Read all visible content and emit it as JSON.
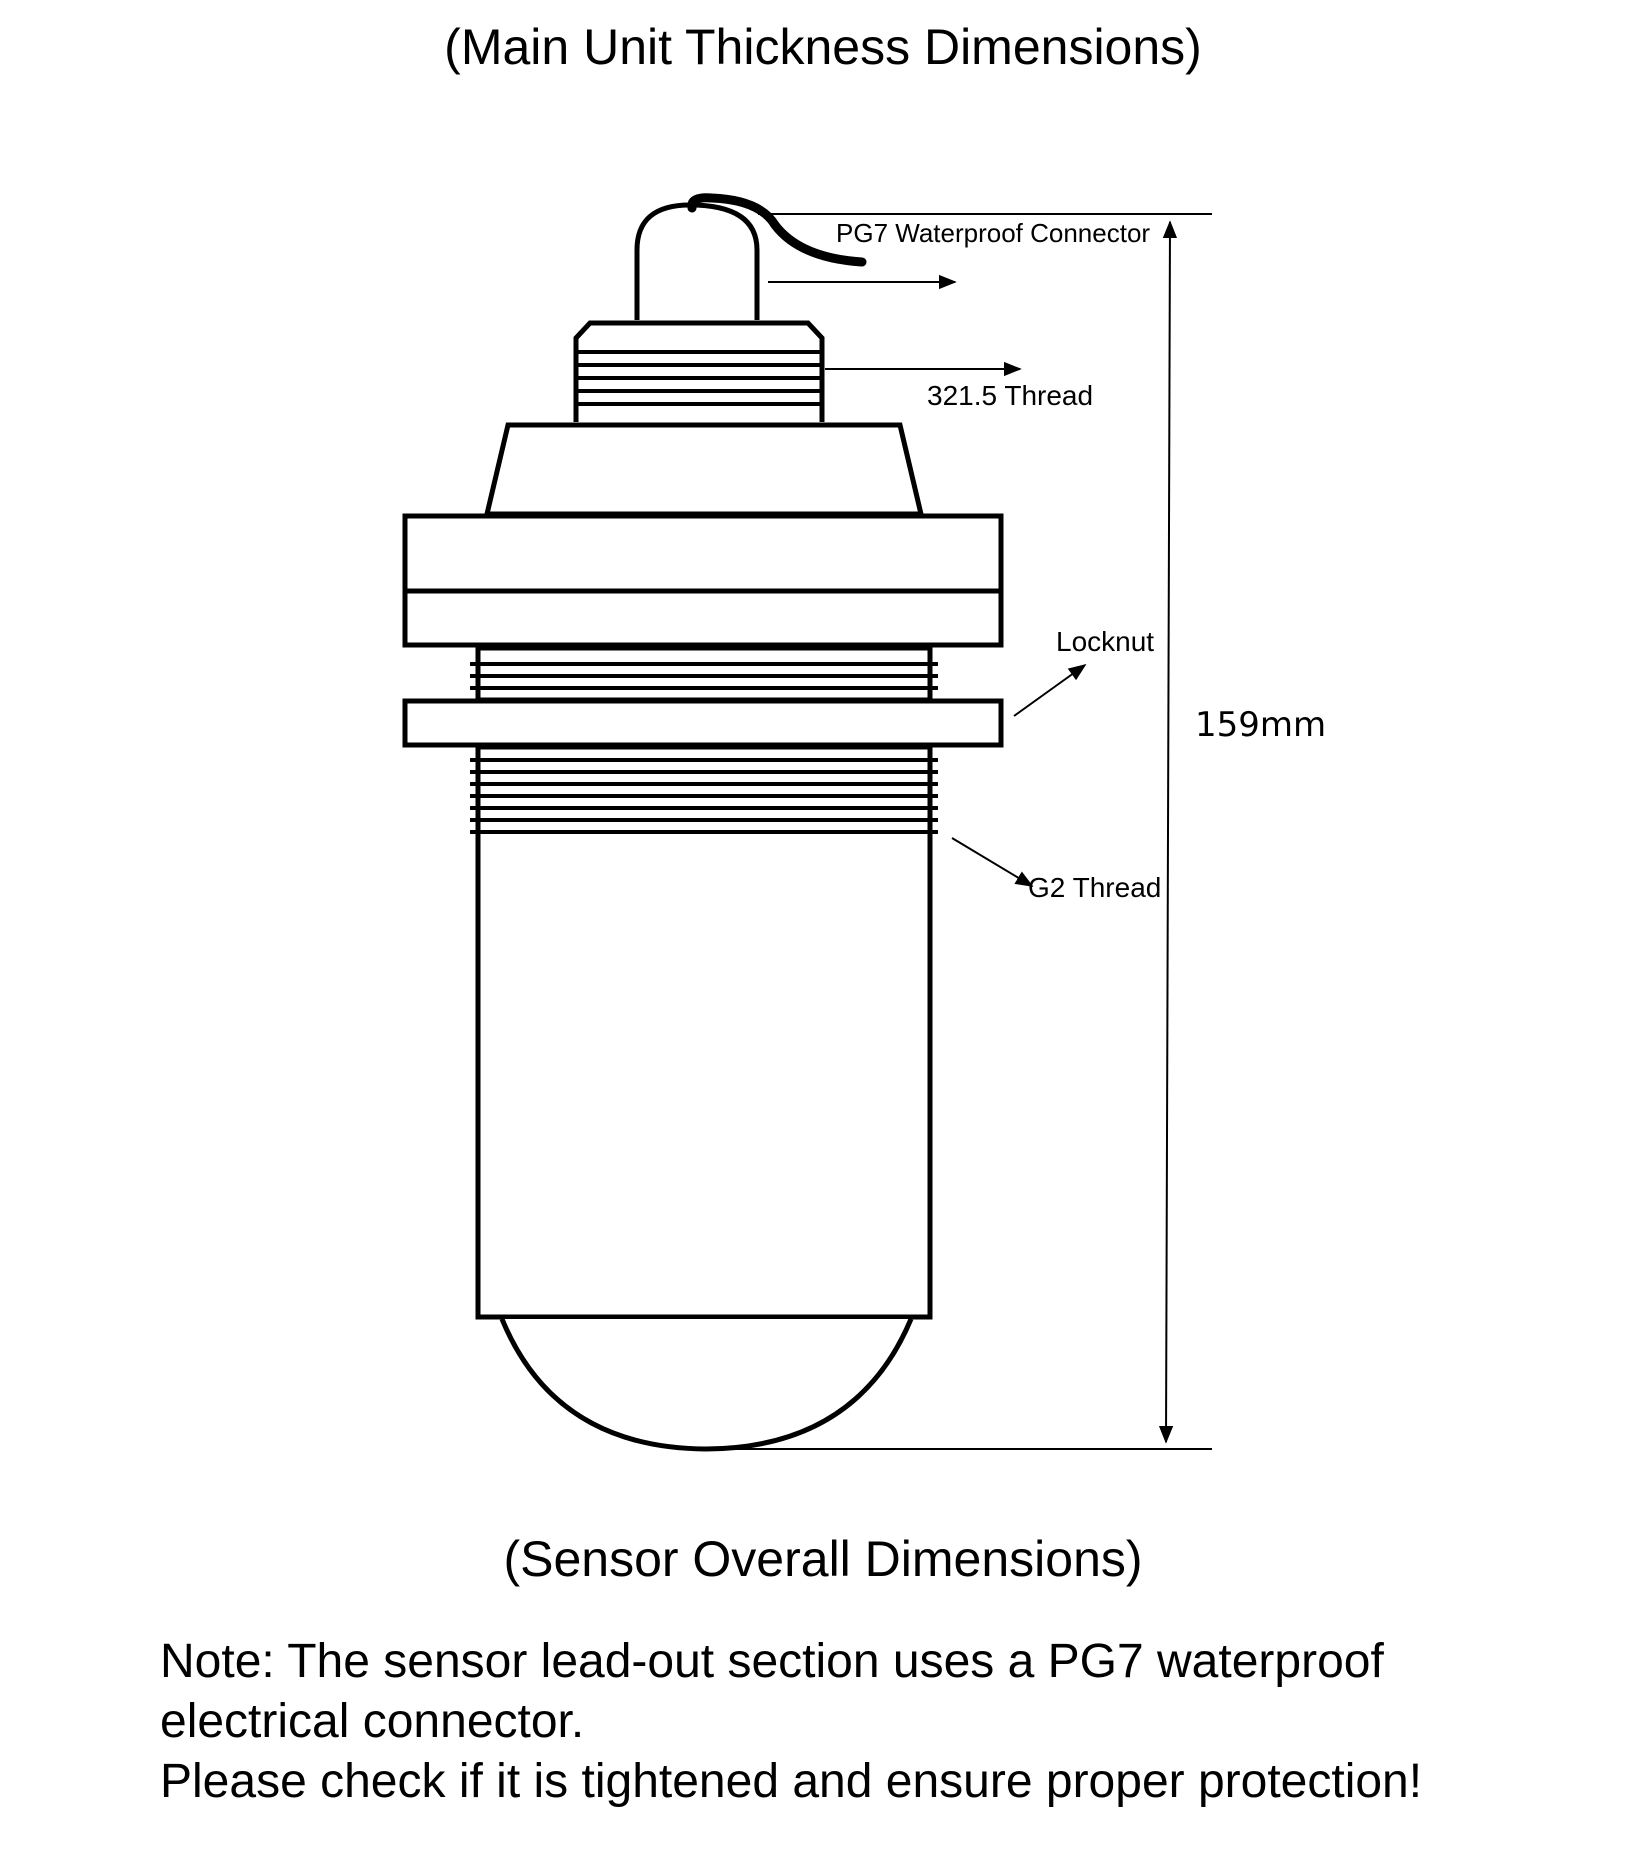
{
  "titles": {
    "top": "(Main Unit Thickness Dimensions)",
    "bottom": "(Sensor Overall Dimensions)"
  },
  "labels": {
    "connector": "PG7 Waterproof Connector",
    "thread_top": "321.5 Thread",
    "locknut": "Locknut",
    "thread_bottom": "G2 Thread",
    "overall_height": "159mm"
  },
  "note": {
    "line1": "Note: The sensor lead-out section uses a PG7 waterproof",
    "line2": "electrical connector.",
    "line3": "Please check if it is tightened and ensure proper protection!"
  }
}
